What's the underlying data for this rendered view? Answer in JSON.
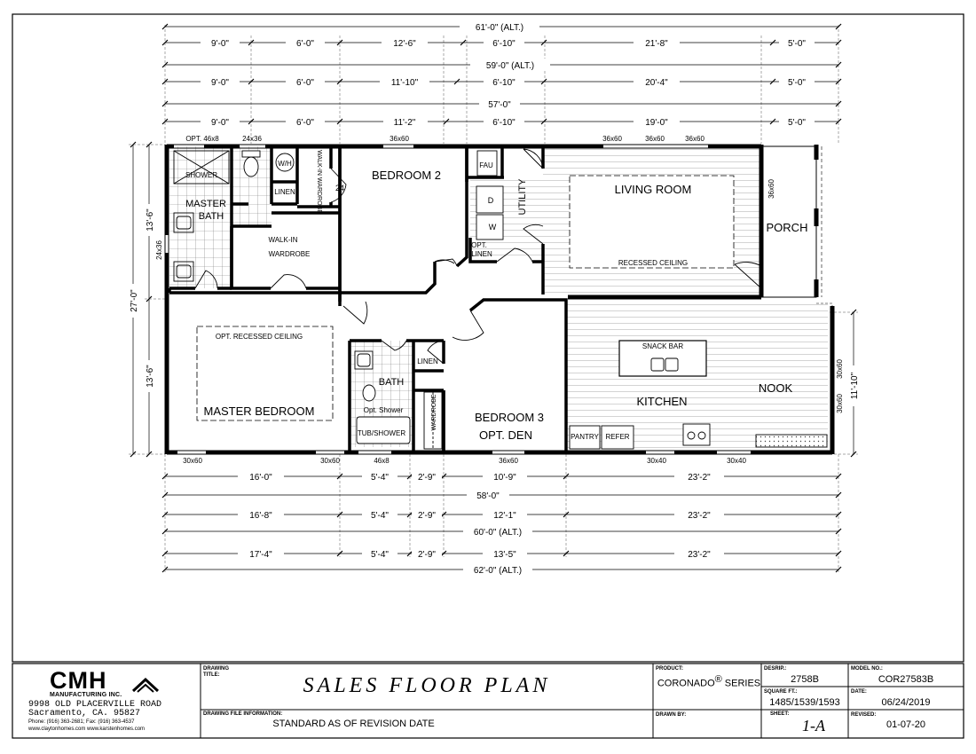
{
  "dimensions": {
    "top": [
      {
        "total": "61'-0\" (ALT.)",
        "segments": [
          "9'-0\"",
          "6'-0\"",
          "12'-6\"",
          "6'-10\"",
          "21'-8\"",
          "5'-0\""
        ]
      },
      {
        "total": "59'-0\" (ALT.)",
        "segments": [
          "9'-0\"",
          "6'-0\"",
          "11'-10\"",
          "6'-10\"",
          "20'-4\"",
          "5'-0\""
        ]
      },
      {
        "total": "57'-0\"",
        "segments": [
          "9'-0\"",
          "6'-0\"",
          "11'-2\"",
          "6'-10\"",
          "19'-0\"",
          "5'-0\""
        ]
      }
    ],
    "bottom": [
      {
        "segments": [
          "16'-0\"",
          "5'-4\"",
          "2'-9\"",
          "10'-9\"",
          "23'-2\""
        ],
        "total": "58'-0\""
      },
      {
        "segments": [
          "16'-8\"",
          "5'-4\"",
          "2'-9\"",
          "12'-1\"",
          "23'-2\""
        ],
        "total": "60'-0\" (ALT.)"
      },
      {
        "segments": [
          "17'-4\"",
          "5'-4\"",
          "2'-9\"",
          "13'-5\"",
          "23'-2\""
        ],
        "total": "62'-0\" (ALT.)"
      }
    ],
    "left": {
      "overall": "27'-0\"",
      "upper": "13'-6\"",
      "lower": "13'-6\""
    },
    "right": {
      "nook": "11'-10\""
    }
  },
  "windows": {
    "opt_46x8": "OPT. 46x8",
    "w24x36_top": "24x36",
    "w36x60_bed2": "36x60",
    "w36x60_lr1": "36x60",
    "w36x60_lr2": "36x60",
    "w36x60_lr3": "36x60",
    "w36x60_porch": "36x60",
    "w24x36_left": "24x36",
    "w30x60_bl": "30x60",
    "w30x60_mb": "30x60",
    "w46x8_bath": "46x8",
    "w36x60_bed3": "36x60",
    "w30x40_kit": "30x40",
    "w30x40_nook": "30x40",
    "w30x60_nook": "30x60",
    "w30x60_nook_alt": "30x60"
  },
  "rooms": {
    "shower": "SHOWER",
    "master_bath_1": "MASTER",
    "master_bath_2": "BATH",
    "wh": "W/H",
    "linen_1": "LINEN",
    "walkin_wardrobe_2": "WALK-IN WARDROBE",
    "door_24": "24",
    "bedroom2": "BEDROOM 2",
    "fau": "FAU",
    "dryer": "D",
    "washer": "W",
    "utility": "UTILITY",
    "opt_linen_1": "OPT.",
    "opt_linen_2": "LINEN",
    "living_room": "LIVING ROOM",
    "recessed_ceiling": "RECESSED CEILING",
    "porch": "PORCH",
    "walkin_1": "WALK-IN",
    "walkin_2": "WARDROBE",
    "opt_recessed": "OPT. RECESSED CEILING",
    "master_bedroom": "MASTER BEDROOM",
    "linen_2": "LINEN",
    "bath": "BATH",
    "opt_shower": "Opt. Shower",
    "tub_shower": "TUB/SHOWER",
    "wardrobe": "WARDROBE",
    "bedroom3_1": "BEDROOM 3",
    "bedroom3_2": "OPT. DEN",
    "snack_bar": "SNACK BAR",
    "kitchen": "KITCHEN",
    "nook": "NOOK",
    "pantry": "PANTRY",
    "refer": "REFER"
  },
  "title_block": {
    "company": "CMH",
    "company_sub": "MANUFACTURING INC.",
    "address_1": "9998 OLD PLACERVILLE ROAD",
    "address_2": "Sacramento, CA. 95827",
    "phone": "Phone: (916) 363-2681; Fax: (916) 363-4537",
    "web": "www.claytonhomes.com  www.karstenhomes.com",
    "drawing_title_label": "DRAWING TITLE:",
    "drawing_title": "SALES FLOOR PLAN",
    "file_info_label": "DRAWING FILE INFORMATION:",
    "file_info": "STANDARD AS OF REVISION DATE",
    "product_label": "PRODUCT:",
    "product": "CORONADO",
    "product_reg": "®",
    "product_series": "SERIES",
    "drawn_by_label": "DRAWN BY:",
    "desrip_label": "DESRIP.:",
    "desrip": "2758B",
    "sqft_label": "SQUARE FT.:",
    "sqft": "1485/1539/1593",
    "sheet_label": "SHEET:",
    "sheet": "1-A",
    "model_label": "MODEL NO.:",
    "model": "COR27583B",
    "date_label": "DATE:",
    "date": "06/24/2019",
    "revised_label": "REVISED:",
    "revised": "01-07-20"
  }
}
